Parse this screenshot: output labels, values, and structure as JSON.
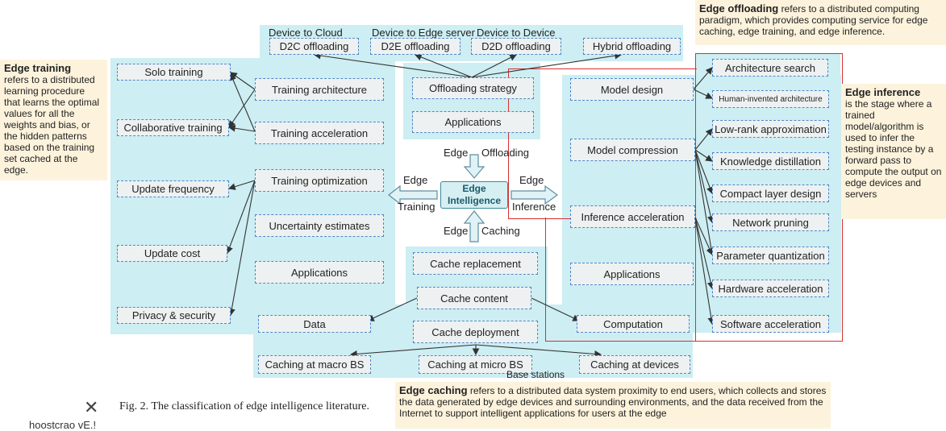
{
  "center": {
    "line1": "Edge",
    "line2": "Intelligence"
  },
  "directions": {
    "offloading": {
      "a": "Edge",
      "b": "Offloading"
    },
    "training": {
      "a": "Edge",
      "b": "Training"
    },
    "inference": {
      "a": "Edge",
      "b": "Inference"
    },
    "caching": {
      "a": "Edge",
      "b": "Caching"
    }
  },
  "offloading": {
    "top_labels": [
      "Device to Cloud",
      "Device to Edge server",
      "Device to Device"
    ],
    "types": [
      "D2C offloading",
      "D2E offloading",
      "D2D offloading",
      "Hybrid offloading"
    ],
    "strategy": "Offloading strategy",
    "applications": "Applications"
  },
  "training": {
    "left": [
      "Solo training",
      "Collaborative training",
      "Update frequency",
      "Update cost",
      "Privacy & security"
    ],
    "right": [
      "Training architecture",
      "Training acceleration",
      "Training optimization",
      "Uncertainty estimates",
      "Applications"
    ]
  },
  "inference": {
    "left": [
      "Model design",
      "Model compression",
      "Inference acceleration",
      "Applications"
    ],
    "right": [
      "Architecture search",
      "Human-invented architecture",
      "Low-rank approximation",
      "Knowledge distillation",
      "Compact layer design",
      "Network pruning",
      "Parameter quantization",
      "Hardware acceleration",
      "Software acceleration"
    ]
  },
  "caching": {
    "replacement": "Cache replacement",
    "content": "Cache content",
    "deployment": "Cache deployment",
    "data": "Data",
    "computation": "Computation",
    "locations": [
      "Caching at macro BS",
      "Caching at micro BS",
      "Caching at devices"
    ],
    "base_stations": "Base stations"
  },
  "notes": {
    "training": {
      "title": "Edge training",
      "body": "refers to a distributed learning procedure that learns the optimal values for all the weights and bias, or the hidden patterns based on the training set cached at the edge."
    },
    "offloading": {
      "title": "Edge offloading",
      "body": "refers to a distributed computing paradigm, which provides computing service for edge caching, edge training, and edge inference."
    },
    "inference": {
      "title": "Edge inference",
      "body": "is the stage where a trained model/algorithm is used to infer the testing instance by a forward pass to compute the output on edge devices and servers"
    },
    "caching": {
      "title": "Edge caching",
      "body": "refers to a distributed data system proximity to end users, which collects and stores the data generated by edge devices and surrounding environments, and the data received from the Internet to support intelligent applications for users at the edge"
    }
  },
  "caption": "Fig. 2.  The classification of edge intelligence literature.",
  "fragment": "hoostcrao vE.!",
  "colors": {
    "panel": "#cdeef2",
    "box_border": "#4d88c8",
    "red": "#d93030",
    "note": "#fdf3dc"
  }
}
